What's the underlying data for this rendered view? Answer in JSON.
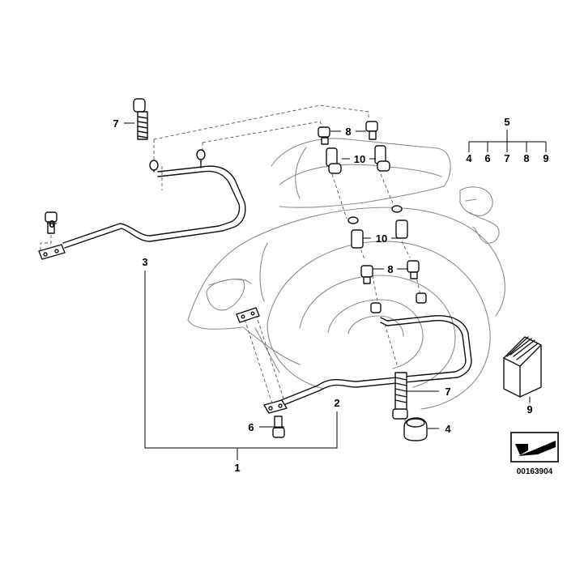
{
  "diagram": {
    "reference_number": "00163904",
    "callouts": {
      "c1": "1",
      "c2": "2",
      "c3": "3",
      "c4": "4",
      "c5": "5",
      "c6a": "6",
      "c6b": "6",
      "c7a": "7",
      "c7b": "7",
      "c8a": "8",
      "c8b": "8",
      "c9": "9",
      "c10a": "10",
      "c10b": "10"
    },
    "kit_5": {
      "header": "5",
      "contents": [
        "4",
        "6",
        "7",
        "8",
        "9"
      ]
    }
  }
}
